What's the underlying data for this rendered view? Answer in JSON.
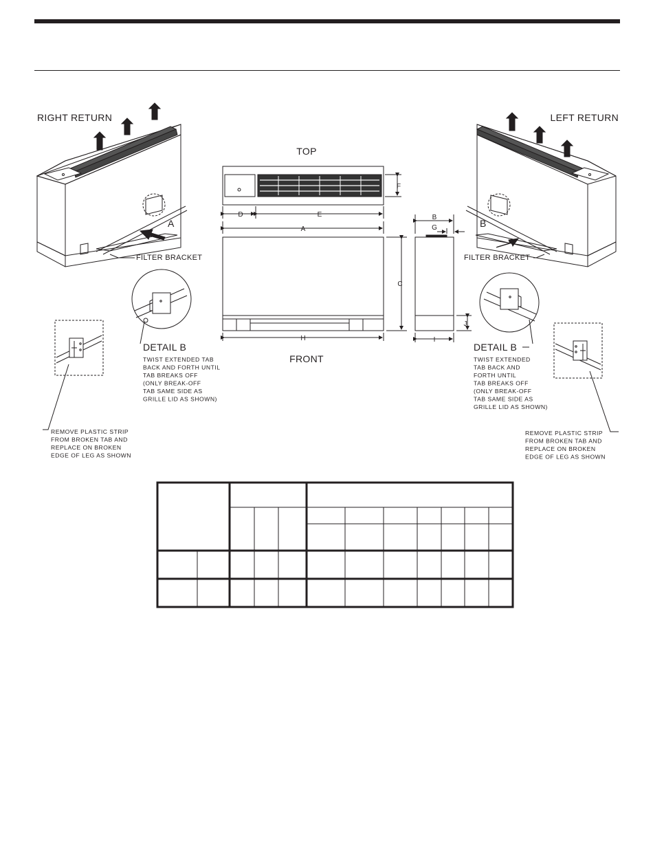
{
  "views": {
    "right_return": "RIGHT RETURN",
    "left_return": "LEFT RETURN",
    "top": "TOP",
    "front": "FRONT"
  },
  "callouts": {
    "a": "A",
    "b": "B",
    "filter_bracket_left": "FILTER BRACKET",
    "filter_bracket_right": "FILTER BRACKET"
  },
  "dimensions": {
    "a": "A",
    "b": "B",
    "c": "C",
    "d": "D",
    "e": "E",
    "f": "F",
    "g": "G",
    "h": "H",
    "i": "I",
    "j": "J"
  },
  "detail_left": {
    "title": "DETAIL B",
    "lines": [
      "TWIST EXTENDED TAB",
      "BACK AND FORTH UNTIL",
      "TAB BREAKS OFF",
      "(ONLY BREAK-OFF",
      "TAB SAME SIDE AS",
      "GRILLE LID AS SHOWN)"
    ]
  },
  "detail_right": {
    "title": "DETAIL B",
    "lines": [
      "TWIST EXTENDED",
      "TAB BACK AND",
      "FORTH UNTIL",
      "TAB BREAKS OFF",
      "(ONLY BREAK-OFF",
      "TAB SAME SIDE AS",
      "GRILLE LID AS SHOWN)"
    ]
  },
  "note_left": {
    "lines": [
      "REMOVE PLASTIC STRIP",
      "FROM BROKEN TAB AND",
      "REPLACE ON BROKEN",
      "EDGE OF LEG AS SHOWN"
    ]
  },
  "note_right": {
    "lines": [
      "REMOVE PLASTIC STRIP",
      "FROM BROKEN TAB AND",
      "REPLACE ON BROKEN",
      "EDGE OF LEG AS SHOWN"
    ]
  }
}
